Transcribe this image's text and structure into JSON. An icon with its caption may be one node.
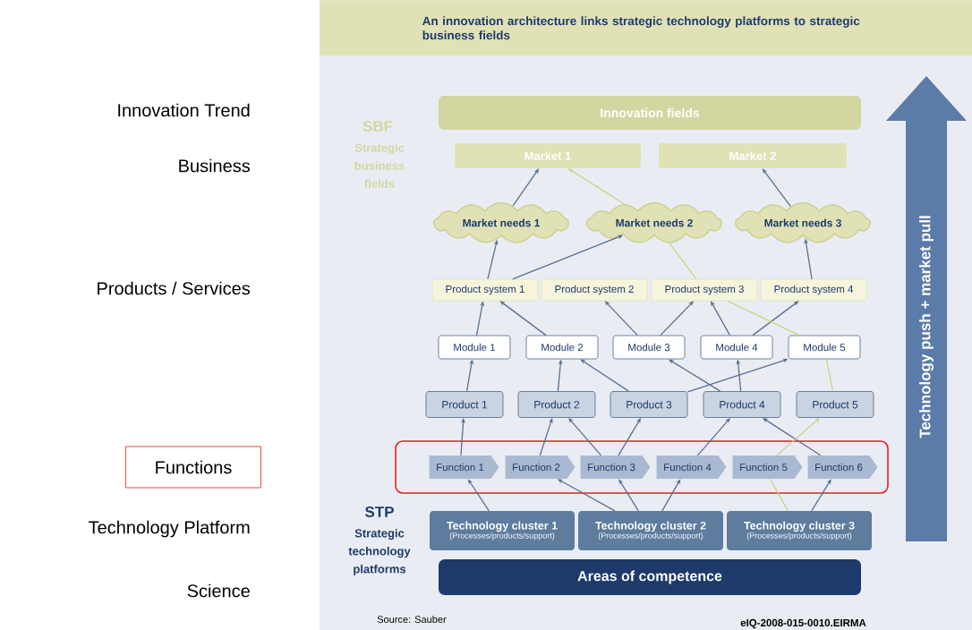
{
  "diagram": {
    "title": "An innovation architecture links strategic technology platforms to strategic business fields",
    "nodes": [
      {
        "text": [
          "Innovation fields"
        ]
      },
      {
        "text": [
          "Market 1"
        ]
      },
      {
        "text": [
          "Market 2"
        ]
      },
      {
        "text": [
          "Market needs 1"
        ]
      },
      {
        "text": [
          "Market needs 2"
        ]
      },
      {
        "text": [
          "Market needs 3"
        ]
      },
      {
        "text": [
          "Product system 1"
        ]
      },
      {
        "text": [
          "Product system 2"
        ]
      },
      {
        "text": [
          "Product system 3"
        ]
      },
      {
        "text": [
          "Product system 4"
        ]
      },
      {
        "text": [
          "Module 1"
        ]
      },
      {
        "text": [
          "Module 2"
        ]
      },
      {
        "text": [
          "Module 3"
        ]
      },
      {
        "text": [
          "Module 4"
        ]
      },
      {
        "text": [
          "Module 5"
        ]
      },
      {
        "text": [
          "Product 1"
        ]
      },
      {
        "text": [
          "Product 2"
        ]
      },
      {
        "text": [
          "Product 3"
        ]
      },
      {
        "text": [
          "Product 4"
        ]
      },
      {
        "text": [
          "Product 5"
        ]
      },
      {
        "text": [],
        "shape": "box"
      },
      {
        "text": [
          "Function 1"
        ],
        "in": 20
      },
      {
        "text": [
          "Function 2"
        ],
        "in": 20
      },
      {
        "text": [
          "Function 3"
        ],
        "in": 20
      },
      {
        "text": [
          "Function 4"
        ],
        "in": 20
      },
      {
        "text": [
          "Function 5"
        ],
        "in": 20
      },
      {
        "text": [
          "Function 6"
        ],
        "in": 20
      },
      {
        "text": [
          "Technology cluster 1",
          "(Processes/products/support)"
        ]
      },
      {
        "text": [
          "Technology cluster 2",
          "(Processes/products/support)"
        ]
      },
      {
        "text": [
          "Technology cluster 3",
          "(Processes/products/support)"
        ]
      },
      {
        "text": [
          "Areas of competence"
        ]
      },
      {
        "text": [
          "Functions"
        ]
      },
      {
        "text": [
          "Technology push + market pull"
        ]
      }
    ],
    "edges": [
      {
        "from": 3,
        "to": 1,
        "arrow": "to"
      },
      {
        "from": 4,
        "to": 1,
        "arrow": "to",
        "color": "#c8d48c"
      },
      {
        "from": 5,
        "to": 2,
        "arrow": "to"
      },
      {
        "from": 6,
        "to": 3,
        "arrow": "to"
      },
      {
        "from": 6,
        "to": 4,
        "arrow": "to"
      },
      {
        "from": 8,
        "to": 4,
        "arrow": "none",
        "color": "#c8d48c"
      },
      {
        "from": 9,
        "to": 5,
        "arrow": "to"
      },
      {
        "from": 10,
        "to": 6,
        "arrow": "to"
      },
      {
        "from": 11,
        "to": 6,
        "arrow": "to"
      },
      {
        "from": 12,
        "to": 7,
        "arrow": "to"
      },
      {
        "from": 12,
        "to": 8,
        "arrow": "to"
      },
      {
        "from": 13,
        "to": 8,
        "arrow": "to"
      },
      {
        "from": 13,
        "to": 9,
        "arrow": "to"
      },
      {
        "from": 14,
        "to": 8,
        "arrow": "none",
        "color": "#c8d48c"
      },
      {
        "from": 15,
        "to": 10,
        "arrow": "to"
      },
      {
        "from": 16,
        "to": 11,
        "arrow": "to"
      },
      {
        "from": 17,
        "to": 11,
        "arrow": "to"
      },
      {
        "from": 17,
        "to": 14,
        "arrow": "to"
      },
      {
        "from": 18,
        "to": 12,
        "arrow": "to"
      },
      {
        "from": 18,
        "to": 13,
        "arrow": "to"
      },
      {
        "from": 19,
        "to": 14,
        "arrow": "none",
        "color": "#c8d48c"
      },
      {
        "from": 21,
        "to": 15,
        "arrow": "to"
      },
      {
        "from": 22,
        "to": 16,
        "arrow": "to"
      },
      {
        "from": 23,
        "to": 16,
        "arrow": "to"
      },
      {
        "from": 23,
        "to": 17,
        "arrow": "to"
      },
      {
        "from": 24,
        "to": 18,
        "arrow": "to"
      },
      {
        "from": 26,
        "to": 18,
        "arrow": "to"
      },
      {
        "from": 25,
        "to": 19,
        "arrow": "to",
        "color": "#c8d48c"
      },
      {
        "from": 27,
        "to": 21,
        "arrow": "to"
      },
      {
        "from": 28,
        "to": 22,
        "arrow": "to"
      },
      {
        "from": 28,
        "to": 23,
        "arrow": "to"
      },
      {
        "from": 28,
        "to": 24,
        "arrow": "to"
      },
      {
        "from": 29,
        "to": 25,
        "arrow": "none",
        "color": "#c8d48c"
      },
      {
        "from": 29,
        "to": 26,
        "arrow": "to"
      }
    ],
    "labels": [
      "Innovation Trend",
      "Business",
      "Products / Services",
      "Technology Platform",
      "Science",
      "SBF",
      "Strategic business fields",
      "STP",
      "Strategic technology platforms",
      "Source: Sauber",
      "eIQ-2008-015-0010.EIRMA"
    ]
  }
}
